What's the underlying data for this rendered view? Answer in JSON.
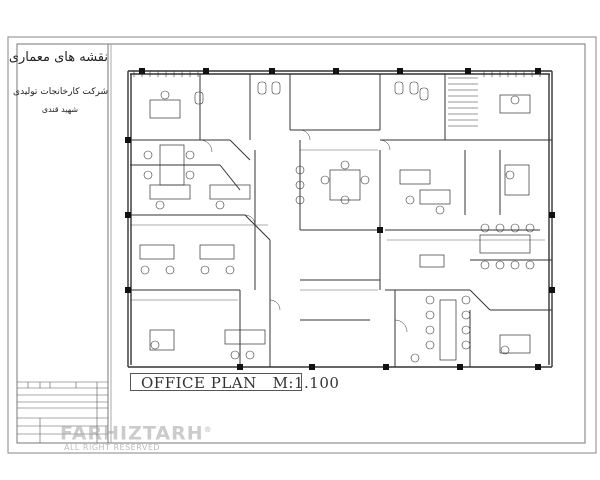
{
  "title_block": {
    "heading": "نقشه های معماری",
    "company": "شرکت کارخانجات تولیدی",
    "client": "شهید قندی"
  },
  "drawing": {
    "title": "OFFICE PLAN",
    "scale": "M:1.100"
  },
  "watermark": {
    "brand": "FARHIZTARH",
    "rights": "ALL RIGHT RESERVED",
    "symbol": "®"
  },
  "colors": {
    "line": "#333333",
    "frame": "#888888"
  }
}
